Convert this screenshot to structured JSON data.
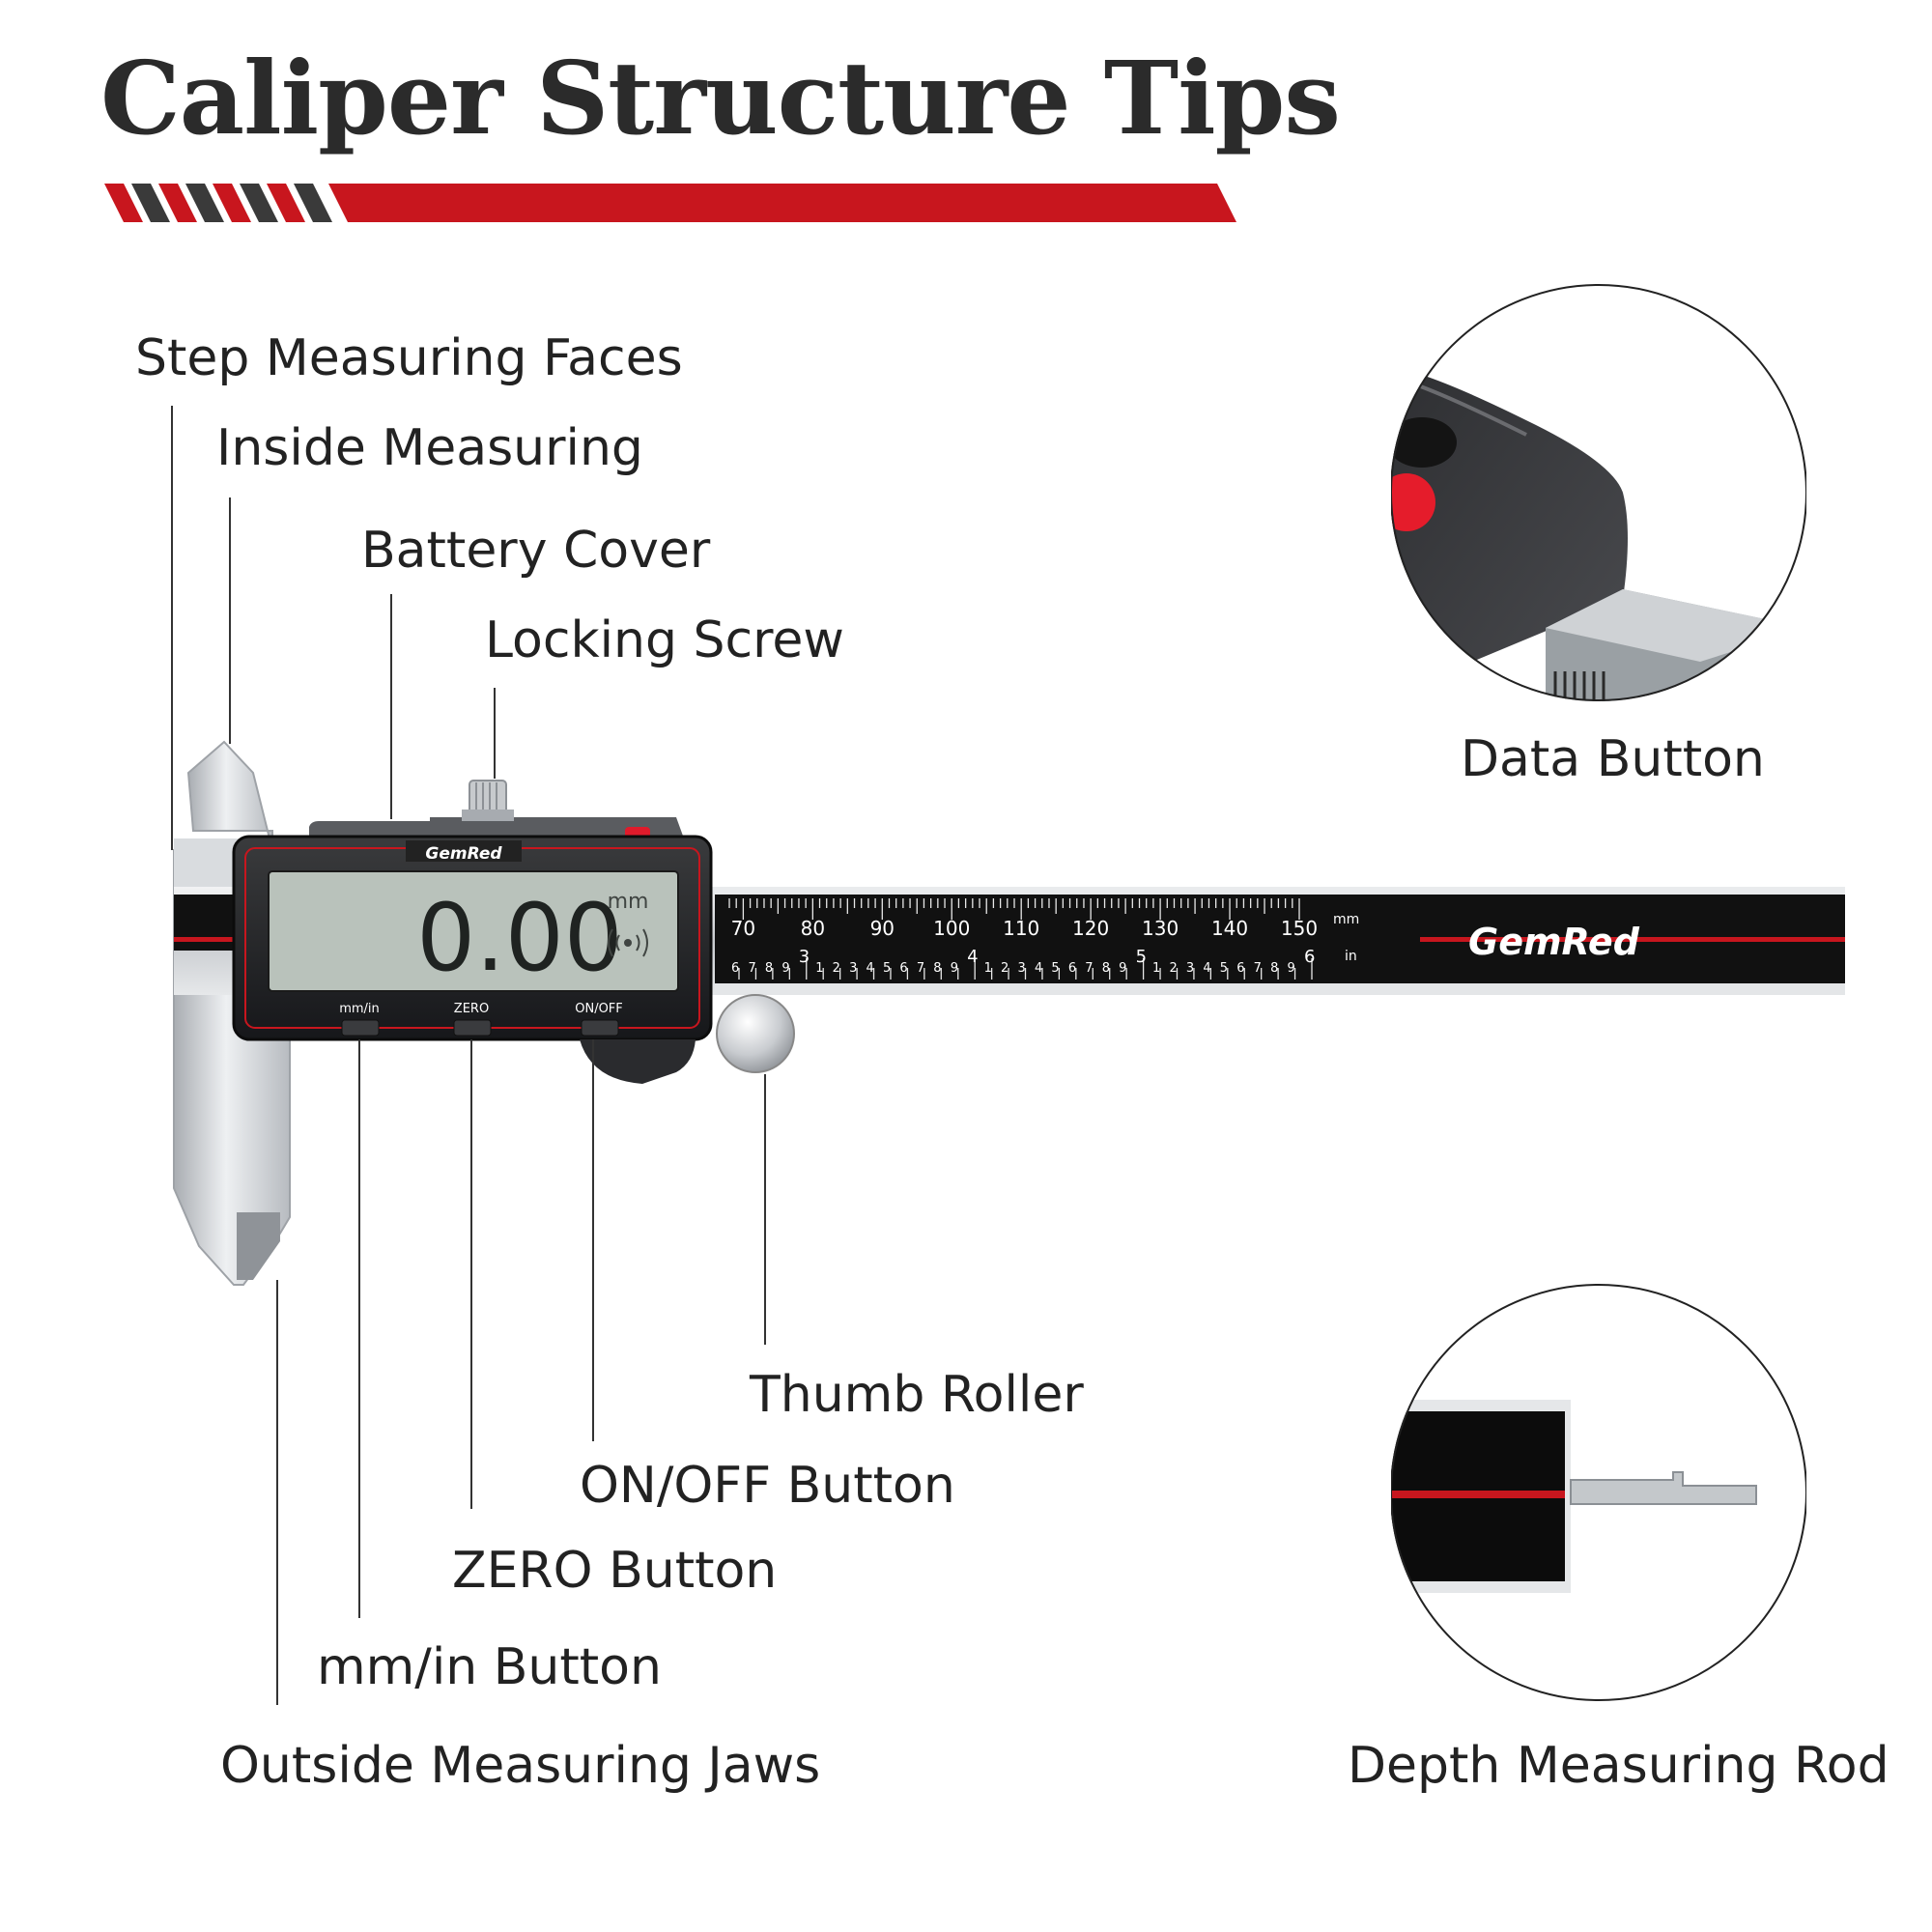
{
  "title": "Caliper Structure Tips",
  "colors": {
    "accent_red": "#c8161e",
    "stripe_dark": "#3a3a3a",
    "text": "#222222",
    "steel": "#c9ccd0",
    "body_black": "#111111",
    "lcd": "#b9c2bb"
  },
  "labels": {
    "step_faces": "Step Measuring Faces",
    "inside_measuring": "Inside Measuring",
    "battery_cover": "Battery Cover",
    "locking_screw": "Locking Screw",
    "data_button": "Data Button",
    "thumb_roller": "Thumb Roller",
    "on_off_button": "ON/OFF Button",
    "zero_button": "ZERO Button",
    "mm_in_button": "mm/in Button",
    "outside_jaws": "Outside Measuring Jaws",
    "depth_rod": "Depth Measuring Rod"
  },
  "caliper": {
    "brand": "GemRed",
    "reading": "0.00",
    "display_unit": "mm",
    "btn_mm_in": "mm/in",
    "btn_zero": "ZERO",
    "btn_on_off": "ON/OFF",
    "mm_scale_labels": [
      "70",
      "80",
      "90",
      "100",
      "110",
      "120",
      "130",
      "140",
      "150"
    ],
    "mm_unit": "mm",
    "in_unit": "in",
    "inch_major_labels": [
      "3",
      "4",
      "5",
      "6"
    ],
    "inch_minor_labels": [
      "1",
      "2",
      "3",
      "4",
      "5",
      "6",
      "7",
      "8",
      "9"
    ]
  },
  "icons": {
    "wireless": "wireless-signal-icon"
  }
}
